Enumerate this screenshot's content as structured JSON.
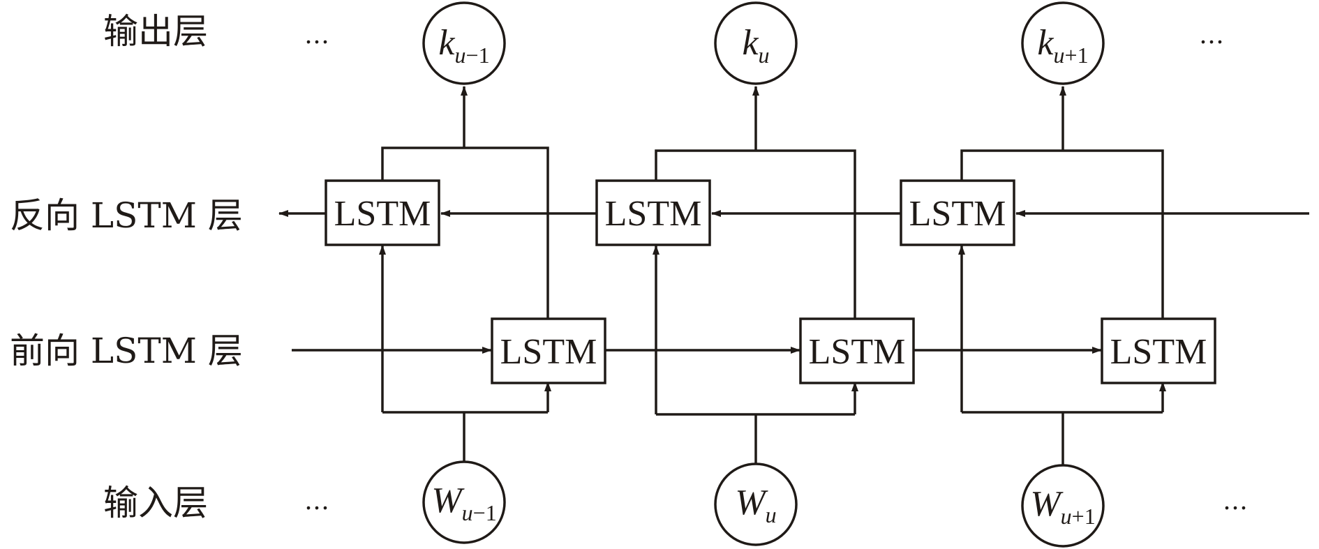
{
  "layers": {
    "output": "输出层",
    "backward": "反向 LSTM 层",
    "forward": "前向 LSTM 层",
    "input": "输入层"
  },
  "ellipsis": "…",
  "cell_label": "LSTM",
  "outputs": [
    {
      "main": "k",
      "sub_var": "u",
      "sub_rest": "−1"
    },
    {
      "main": "k",
      "sub_var": "u",
      "sub_rest": ""
    },
    {
      "main": "k",
      "sub_var": "u",
      "sub_rest": "+1"
    }
  ],
  "inputs": [
    {
      "main": "W",
      "sub_var": "u",
      "sub_rest": "−1"
    },
    {
      "main": "W",
      "sub_var": "u",
      "sub_rest": ""
    },
    {
      "main": "W",
      "sub_var": "u",
      "sub_rest": "+1"
    }
  ]
}
